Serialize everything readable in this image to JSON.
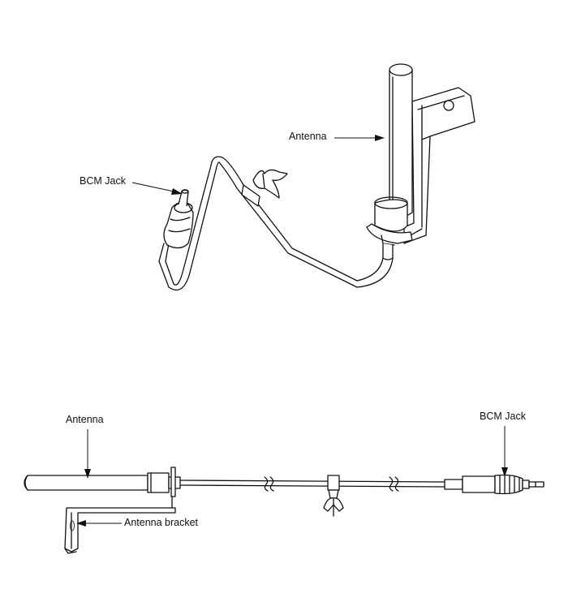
{
  "labels": {
    "top_antenna": "Antenna",
    "top_bcm_jack": "BCM Jack",
    "bottom_antenna": "Antenna",
    "bottom_bcm_jack": "BCM Jack",
    "bottom_antenna_bracket": "Antenna bracket"
  }
}
